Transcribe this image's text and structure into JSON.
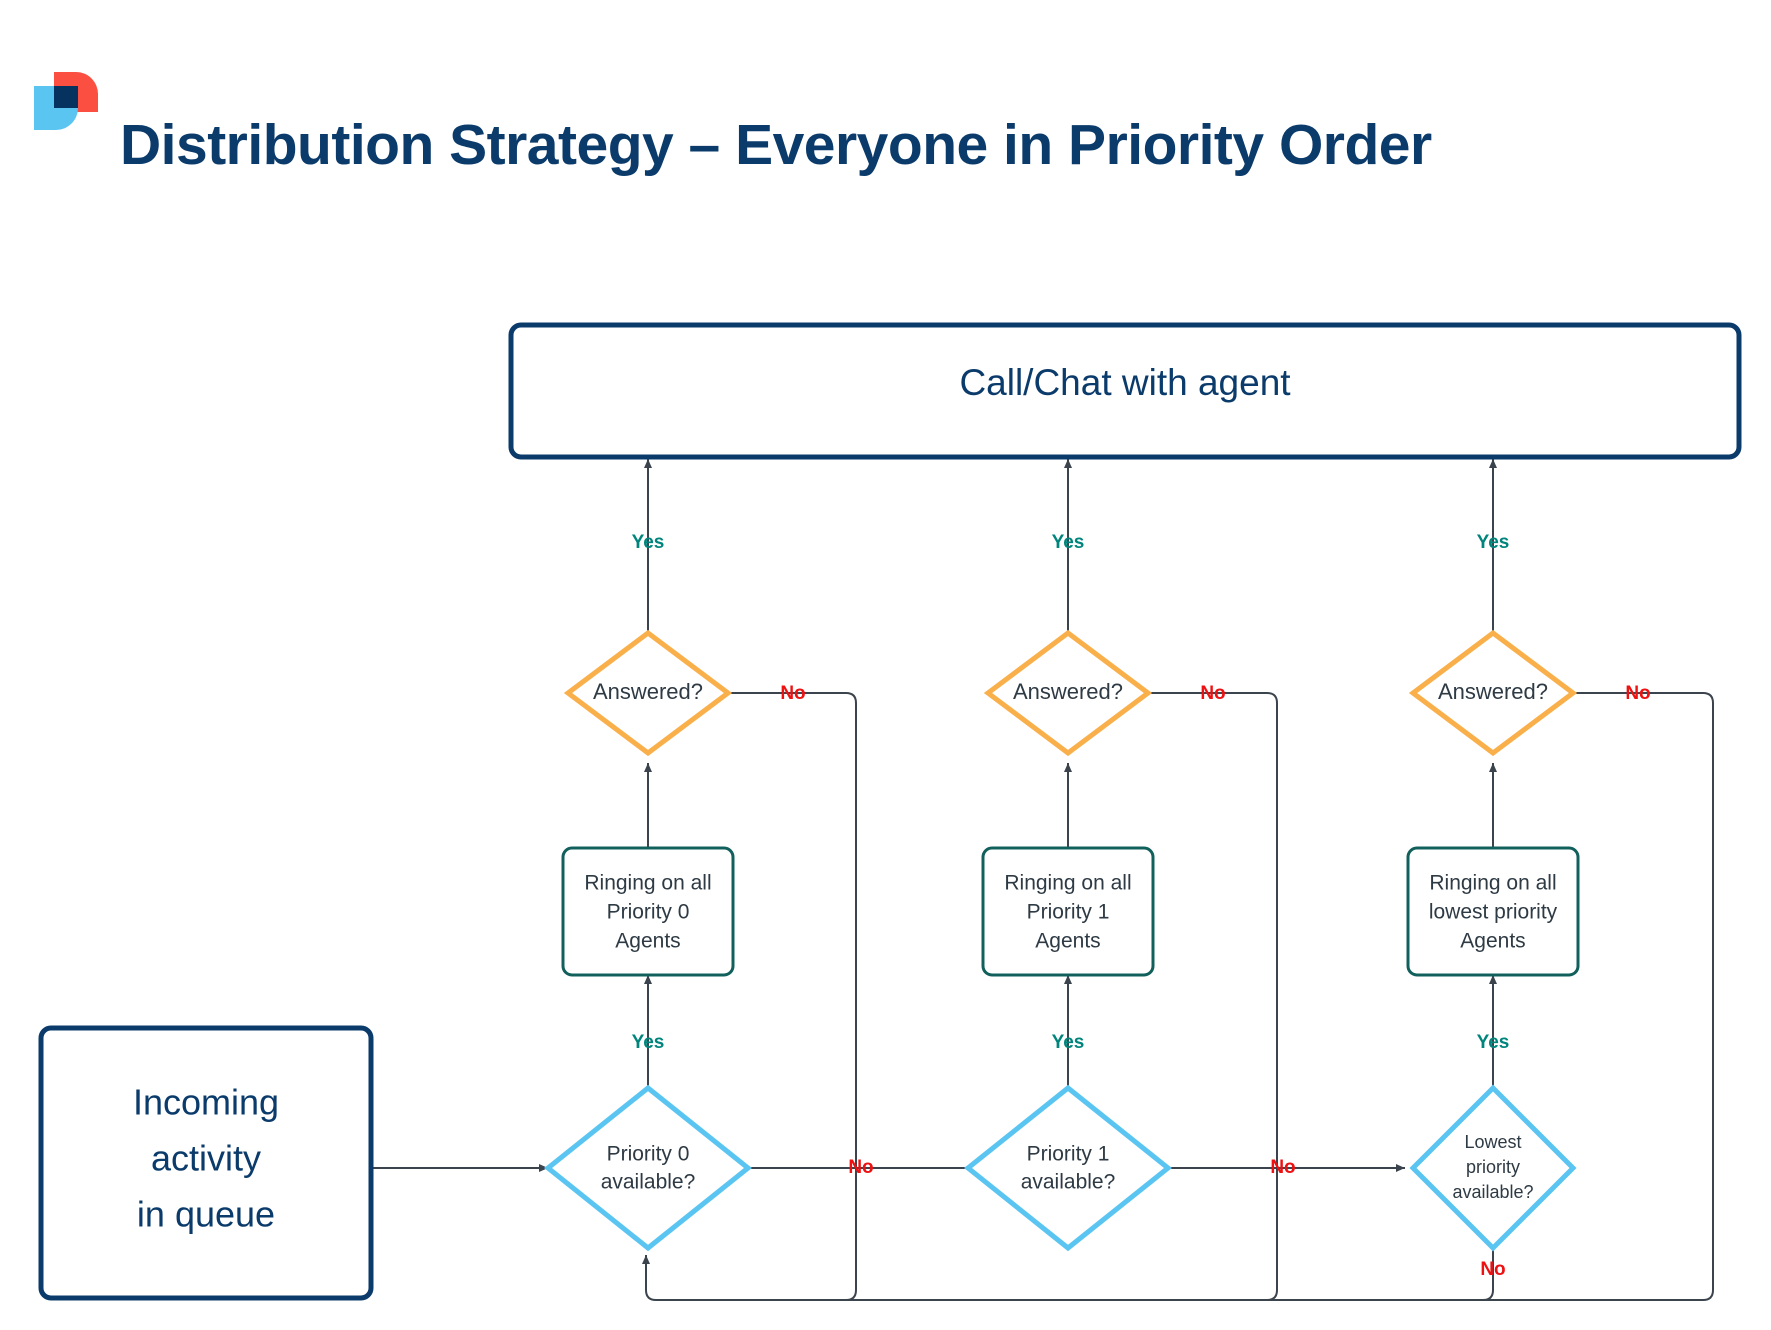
{
  "header": {
    "title": "Distribution Strategy – Everyone in Priority Order",
    "logo_name": "brand-logo",
    "logo_colors": {
      "red": "#FB4F42",
      "light_blue": "#5BC5F2",
      "navy": "#05325E"
    }
  },
  "colors": {
    "navy": "#0B3B6B",
    "teal_border": "#12605C",
    "orange_border": "#F9B04B",
    "light_blue_border": "#5BC5F2",
    "line": "#3B444D",
    "yes_label": "#00857C",
    "no_label": "#EE1111",
    "node_text": "#2E3A44"
  },
  "chart_data": {
    "type": "diagram",
    "title": "Distribution Strategy – Everyone in Priority Order",
    "nodes": [
      {
        "id": "start",
        "label": "Incoming activity in queue",
        "shape": "rounded-rect",
        "style": "navy"
      },
      {
        "id": "agent",
        "label": "Call/Chat with agent",
        "shape": "rounded-rect",
        "style": "navy"
      },
      {
        "id": "avail0",
        "label": "Priority 0 available?",
        "shape": "diamond",
        "style": "light-blue"
      },
      {
        "id": "ring0",
        "label": "Ringing on all Priority 0 Agents",
        "shape": "rounded-rect",
        "style": "teal"
      },
      {
        "id": "answered0",
        "label": "Answered?",
        "shape": "diamond",
        "style": "orange"
      },
      {
        "id": "avail1",
        "label": "Priority 1 available?",
        "shape": "diamond",
        "style": "light-blue"
      },
      {
        "id": "ring1",
        "label": "Ringing on all Priority 1 Agents",
        "shape": "rounded-rect",
        "style": "teal"
      },
      {
        "id": "answered1",
        "label": "Answered?",
        "shape": "diamond",
        "style": "orange"
      },
      {
        "id": "availLow",
        "label": "Lowest priority available?",
        "shape": "diamond",
        "style": "light-blue"
      },
      {
        "id": "ringLow",
        "label": "Ringing on all lowest priority Agents",
        "shape": "rounded-rect",
        "style": "teal"
      },
      {
        "id": "answeredLow",
        "label": "Answered?",
        "shape": "diamond",
        "style": "orange"
      }
    ],
    "edges": [
      {
        "from": "start",
        "to": "avail0",
        "label": ""
      },
      {
        "from": "avail0",
        "to": "ring0",
        "label": "Yes"
      },
      {
        "from": "avail0",
        "to": "avail1",
        "label": "No"
      },
      {
        "from": "ring0",
        "to": "answered0",
        "label": ""
      },
      {
        "from": "answered0",
        "to": "agent",
        "label": "Yes"
      },
      {
        "from": "answered0",
        "to": "avail0",
        "label": "No"
      },
      {
        "from": "avail1",
        "to": "ring1",
        "label": "Yes"
      },
      {
        "from": "avail1",
        "to": "availLow",
        "label": "No"
      },
      {
        "from": "ring1",
        "to": "answered1",
        "label": ""
      },
      {
        "from": "answered1",
        "to": "agent",
        "label": "Yes"
      },
      {
        "from": "answered1",
        "to": "avail0",
        "label": "No"
      },
      {
        "from": "availLow",
        "to": "ringLow",
        "label": "Yes"
      },
      {
        "from": "availLow",
        "to": "avail0",
        "label": "No"
      },
      {
        "from": "ringLow",
        "to": "answeredLow",
        "label": ""
      },
      {
        "from": "answeredLow",
        "to": "agent",
        "label": "Yes"
      },
      {
        "from": "answeredLow",
        "to": "avail0",
        "label": "No"
      }
    ]
  },
  "nodes": {
    "agent": {
      "label": "Call/Chat with agent"
    },
    "start": {
      "line1": "Incoming",
      "line2": "activity",
      "line3": "in queue"
    },
    "col0": {
      "answered": "Answered?",
      "ring_l1": "Ringing on all",
      "ring_l2": "Priority 0",
      "ring_l3": "Agents",
      "avail_l1": "Priority 0",
      "avail_l2": "available?"
    },
    "col1": {
      "answered": "Answered?",
      "ring_l1": "Ringing on all",
      "ring_l2": "Priority 1",
      "ring_l3": "Agents",
      "avail_l1": "Priority 1",
      "avail_l2": "available?"
    },
    "col2": {
      "answered": "Answered?",
      "ring_l1": "Ringing on all",
      "ring_l2": "lowest priority",
      "ring_l3": "Agents",
      "avail_l1": "Lowest",
      "avail_l2": "priority",
      "avail_l3": "available?"
    }
  },
  "labels": {
    "yes": "Yes",
    "no": "No"
  }
}
